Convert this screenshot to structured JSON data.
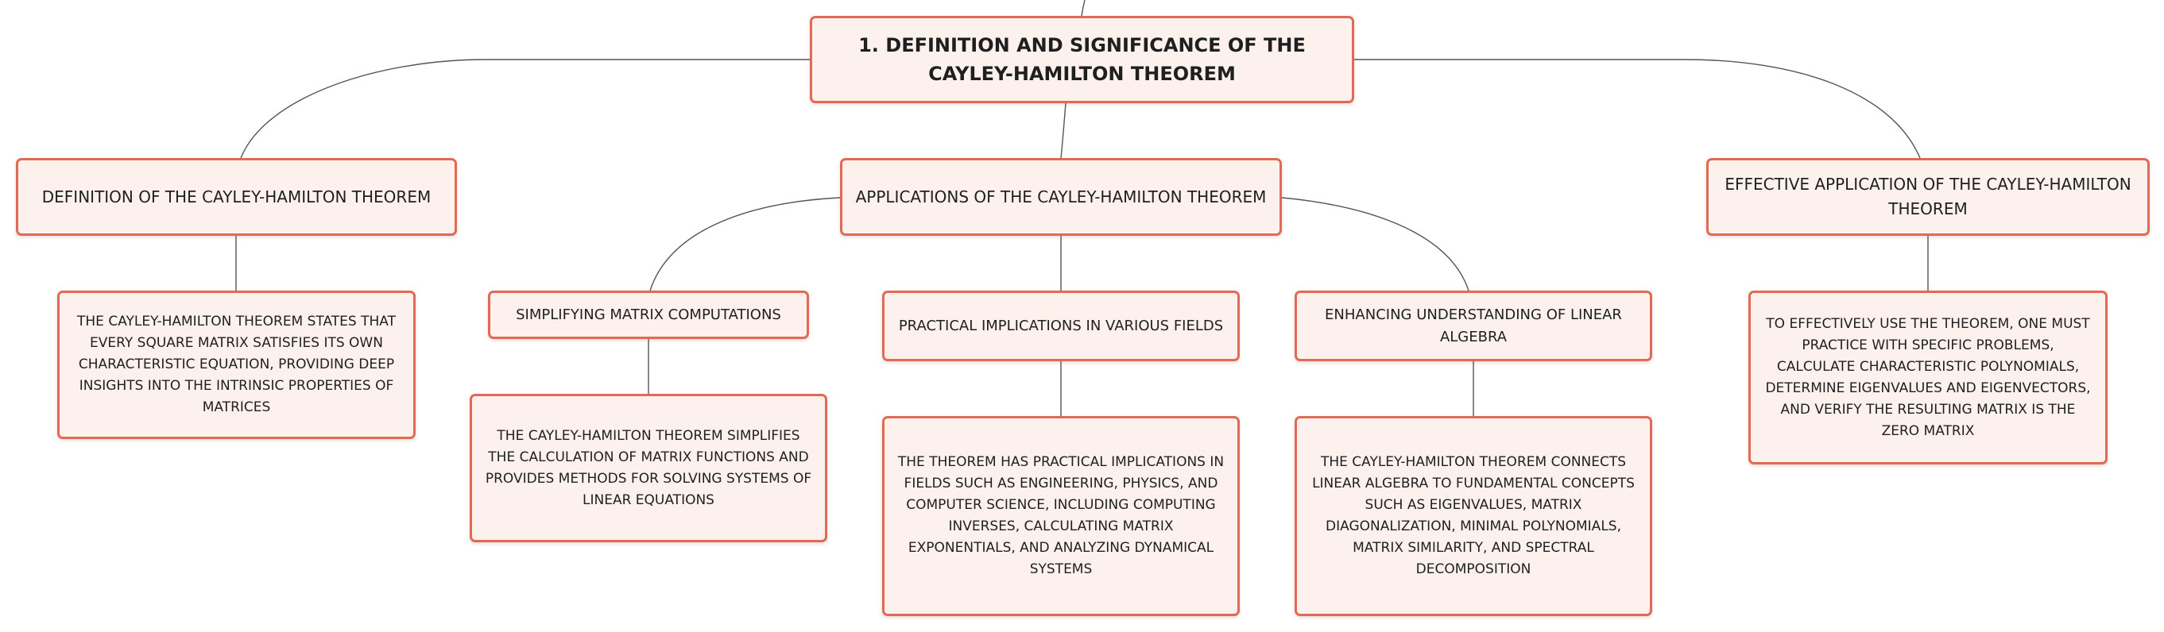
{
  "colors": {
    "node_fill": "#fdf1ee",
    "node_border": "#e06a55",
    "connector": "#555555",
    "text": "#1f1f1f"
  },
  "root": {
    "label": "1. DEFINITION AND SIGNIFICANCE OF THE CAYLEY-HAMILTON THEOREM"
  },
  "branches": {
    "definition": {
      "label": "DEFINITION OF THE CAYLEY-HAMILTON THEOREM",
      "detail": "THE CAYLEY-HAMILTON THEOREM STATES THAT EVERY SQUARE MATRIX SATISFIES ITS OWN CHARACTERISTIC EQUATION, PROVIDING DEEP INSIGHTS INTO THE INTRINSIC PROPERTIES OF MATRICES"
    },
    "applications": {
      "label": "APPLICATIONS OF THE CAYLEY-HAMILTON THEOREM",
      "topics": [
        {
          "label": "SIMPLIFYING MATRIX COMPUTATIONS",
          "detail": "THE CAYLEY-HAMILTON THEOREM SIMPLIFIES THE CALCULATION OF MATRIX FUNCTIONS AND PROVIDES METHODS FOR SOLVING SYSTEMS OF LINEAR EQUATIONS"
        },
        {
          "label": "PRACTICAL IMPLICATIONS IN VARIOUS FIELDS",
          "detail": "THE THEOREM HAS PRACTICAL IMPLICATIONS IN FIELDS SUCH AS ENGINEERING, PHYSICS, AND COMPUTER SCIENCE, INCLUDING COMPUTING INVERSES, CALCULATING MATRIX EXPONENTIALS, AND ANALYZING DYNAMICAL SYSTEMS"
        },
        {
          "label": "ENHANCING UNDERSTANDING OF LINEAR ALGEBRA",
          "detail": "THE CAYLEY-HAMILTON THEOREM CONNECTS LINEAR ALGEBRA TO FUNDAMENTAL CONCEPTS SUCH AS EIGENVALUES, MATRIX DIAGONALIZATION, MINIMAL POLYNOMIALS, MATRIX SIMILARITY, AND SPECTRAL DECOMPOSITION"
        }
      ]
    },
    "effective": {
      "label": "EFFECTIVE APPLICATION OF THE CAYLEY-HAMILTON THEOREM",
      "detail": "TO EFFECTIVELY USE THE THEOREM, ONE MUST PRACTICE WITH SPECIFIC PROBLEMS, CALCULATE CHARACTERISTIC POLYNOMIALS, DETERMINE EIGENVALUES AND EIGENVECTORS, AND VERIFY THE RESULTING MATRIX IS THE ZERO MATRIX"
    }
  }
}
